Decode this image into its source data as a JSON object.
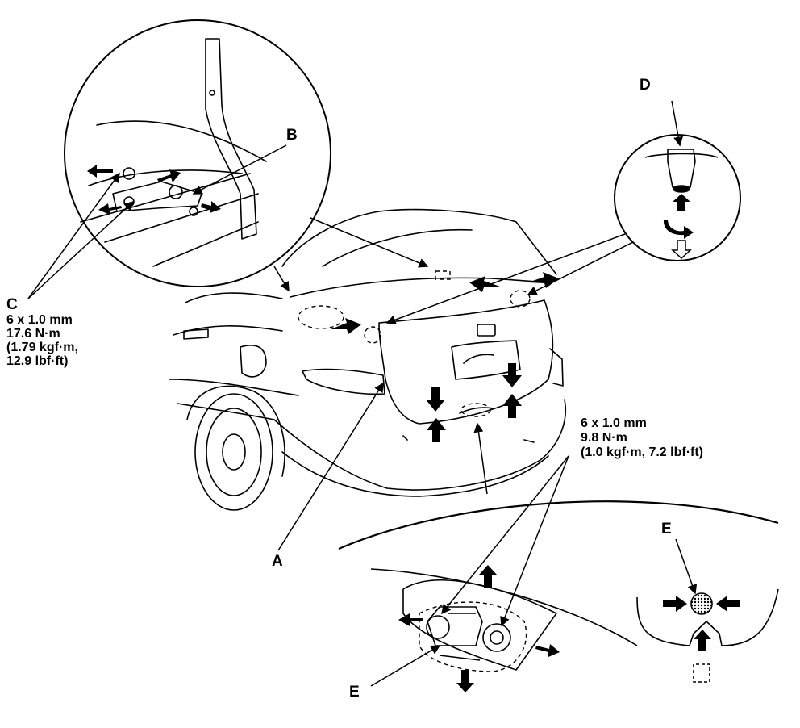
{
  "callouts": {
    "a": "A",
    "b": "B",
    "c": "C",
    "d": "D",
    "e_detail": "E",
    "e_hinge": "E"
  },
  "specs": {
    "hinge_bolt": {
      "size": "6 x 1.0 mm",
      "torque": "17.6 N·m",
      "torque_kgf": "(1.79 kgf·m,",
      "torque_lbf": "12.9 lbf·ft)"
    },
    "latch_bolt": {
      "size": "6 x 1.0 mm",
      "torque": "9.8 N·m",
      "torque_alt": "(1.0 kgf·m, 7.2 lbf·ft)"
    }
  },
  "colors": {
    "ink": "#000000",
    "paper": "#ffffff",
    "shade": "#555555"
  }
}
